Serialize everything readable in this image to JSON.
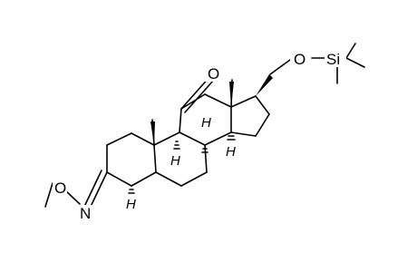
{
  "atoms": {
    "carbonyl_oxygen": "O",
    "ether_oxygen": "O",
    "silicon": "Si",
    "oxime_oxygen": "O",
    "oxime_nitrogen": "N"
  },
  "stereo_hydrogens": {
    "h9": "H",
    "h8": "H",
    "h14": "H",
    "h5": "H"
  }
}
